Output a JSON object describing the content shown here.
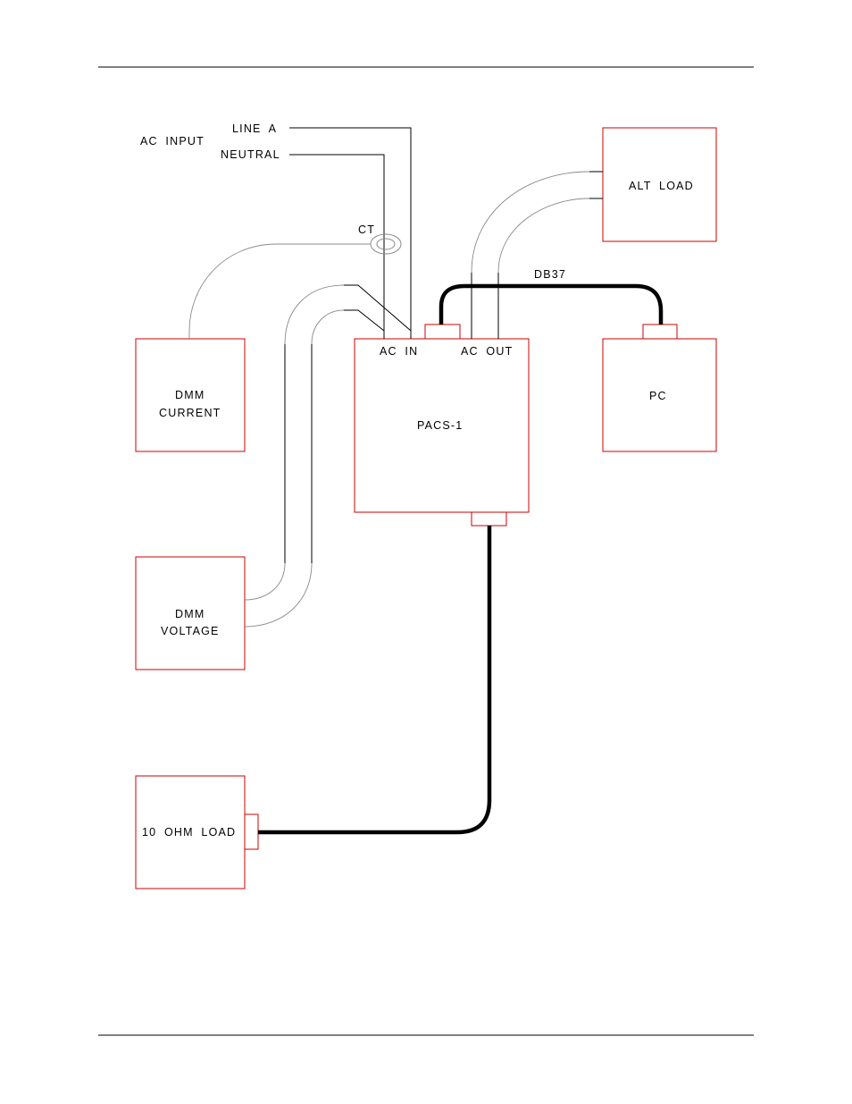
{
  "header_rule": true,
  "footer_rule": true,
  "labels": {
    "ac_input": "AC INPUT",
    "line_a": "LINE A",
    "neutral": "NEUTRAL",
    "ct": "CT",
    "db37": "DB37",
    "ac_in": "AC IN",
    "ac_out": "AC OUT",
    "pacs": "PACS-1",
    "alt_load": "ALT LOAD",
    "pc": "PC",
    "dmm_current_1": "DMM",
    "dmm_current_2": "CURRENT",
    "dmm_voltage_1": "DMM",
    "dmm_voltage_2": "VOLTAGE",
    "ohm_load": "10 OHM LOAD"
  },
  "colors": {
    "box_outline": "#cc0000",
    "wire": "#000000",
    "shielded_wire": "#8a8a8a"
  }
}
